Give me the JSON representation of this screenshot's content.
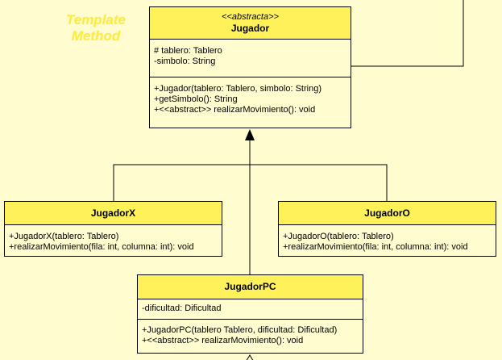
{
  "pattern_title": "Template Method",
  "classes": {
    "jugador": {
      "stereotype": "<<abstracta>>",
      "name": "Jugador",
      "attributes": [
        "# tablero: Tablero",
        "-simbolo: String"
      ],
      "methods": [
        "+Jugador(tablero: Tablero, simbolo: String)",
        "+getSimbolo(): String",
        "+<<abstract>> realizarMovimiento(): void"
      ]
    },
    "jugadorx": {
      "name": "JugadorX",
      "methods": [
        "+JugadorX(tablero: Tablero)",
        "+realizarMovimiento(fila: int, columna: int): void"
      ]
    },
    "jugadoro": {
      "name": "JugadorO",
      "methods": [
        "+JugadorO(tablero: Tablero)",
        "+realizarMovimiento(fila: int, columna: int): void"
      ]
    },
    "jugadorpc": {
      "name": "JugadorPC",
      "attributes": [
        "-dificultad: Dificultad"
      ],
      "methods": [
        "+JugadorPC(tablero Tablero, dificultad: Dificultad)",
        "+<<abstract>> realizarMovimiento(): void"
      ]
    }
  },
  "colors": {
    "header": "#fff15a",
    "body": "#fffccf",
    "background": "#fffccf",
    "pattern_title": "#ffea3d",
    "line": "#000000"
  }
}
